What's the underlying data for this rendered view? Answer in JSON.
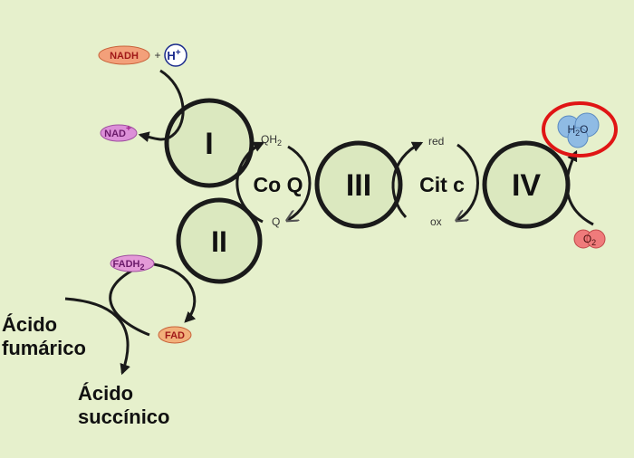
{
  "complexes": {
    "I": "I",
    "II": "II",
    "III": "III",
    "IV": "IV"
  },
  "carriers": {
    "coq": "Co Q",
    "citc": "Cit c"
  },
  "molecules": {
    "nadh": "NADH",
    "plus": "+",
    "h_plus": "H",
    "h_plus_sup": "+",
    "nad": "NAD",
    "nad_sup": "+",
    "fadh2": "FADH",
    "fadh2_sub": "2",
    "fad": "FAD",
    "qh2": "QH",
    "qh2_sub": "2",
    "q": "Q",
    "red": "red",
    "ox": "ox",
    "h2o_h": "H",
    "h2o_sub": "2",
    "h2o_o": "O",
    "o2": "O",
    "o2_sub": "2"
  },
  "labels": {
    "acido_fumarico_line1": "Ácido",
    "acido_fumarico_line2": "fumárico",
    "acido_succinico_line1": "Ácido",
    "acido_succinico_line2": "succínico"
  },
  "colors": {
    "background": "#e6f0cc",
    "circle_fill": "#dbe8bf",
    "circle_stroke": "#1a1a1a",
    "highlight_ring": "#e01515",
    "nadh_pill": "#f3a07a",
    "nadh_text": "#a01818",
    "h_circle": "#ffffff",
    "h_text": "#1a2a8c",
    "nad_pill": "#dc8fd8",
    "nad_text": "#6a1a6a",
    "fadh2_pill": "#e49ad8",
    "fad_pill": "#f2b07a",
    "h2o_blob": "#8fbbe4",
    "o2_blob": "#ef7b7b"
  }
}
